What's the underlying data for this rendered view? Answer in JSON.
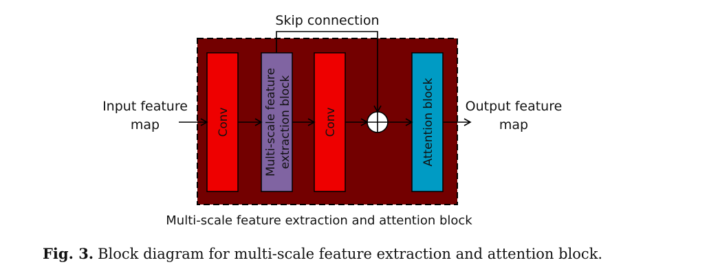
{
  "diagram": {
    "skip_label": "Skip connection",
    "input_label_line1": "Input feature",
    "input_label_line2": "map",
    "output_label_line1": "Output feature",
    "output_label_line2": "map",
    "container_label": "Multi-scale feature extraction and attention block",
    "blocks": [
      {
        "label_line1": "Conv",
        "label_line2": "",
        "color": "#ee0000"
      },
      {
        "label_line1": "Multi-scale feature",
        "label_line2": "extraction block",
        "color": "#8064a2"
      },
      {
        "label_line1": "Conv",
        "label_line2": "",
        "color": "#ee0000"
      },
      {
        "label_line1": "Attention block",
        "label_line2": "",
        "color": "#009bc4"
      }
    ],
    "container_color": "#730000",
    "adder_symbol": "sum-node"
  },
  "caption": {
    "fig_label": "Fig. 3.",
    "text": "Block diagram for multi-scale feature extraction and attention block."
  }
}
